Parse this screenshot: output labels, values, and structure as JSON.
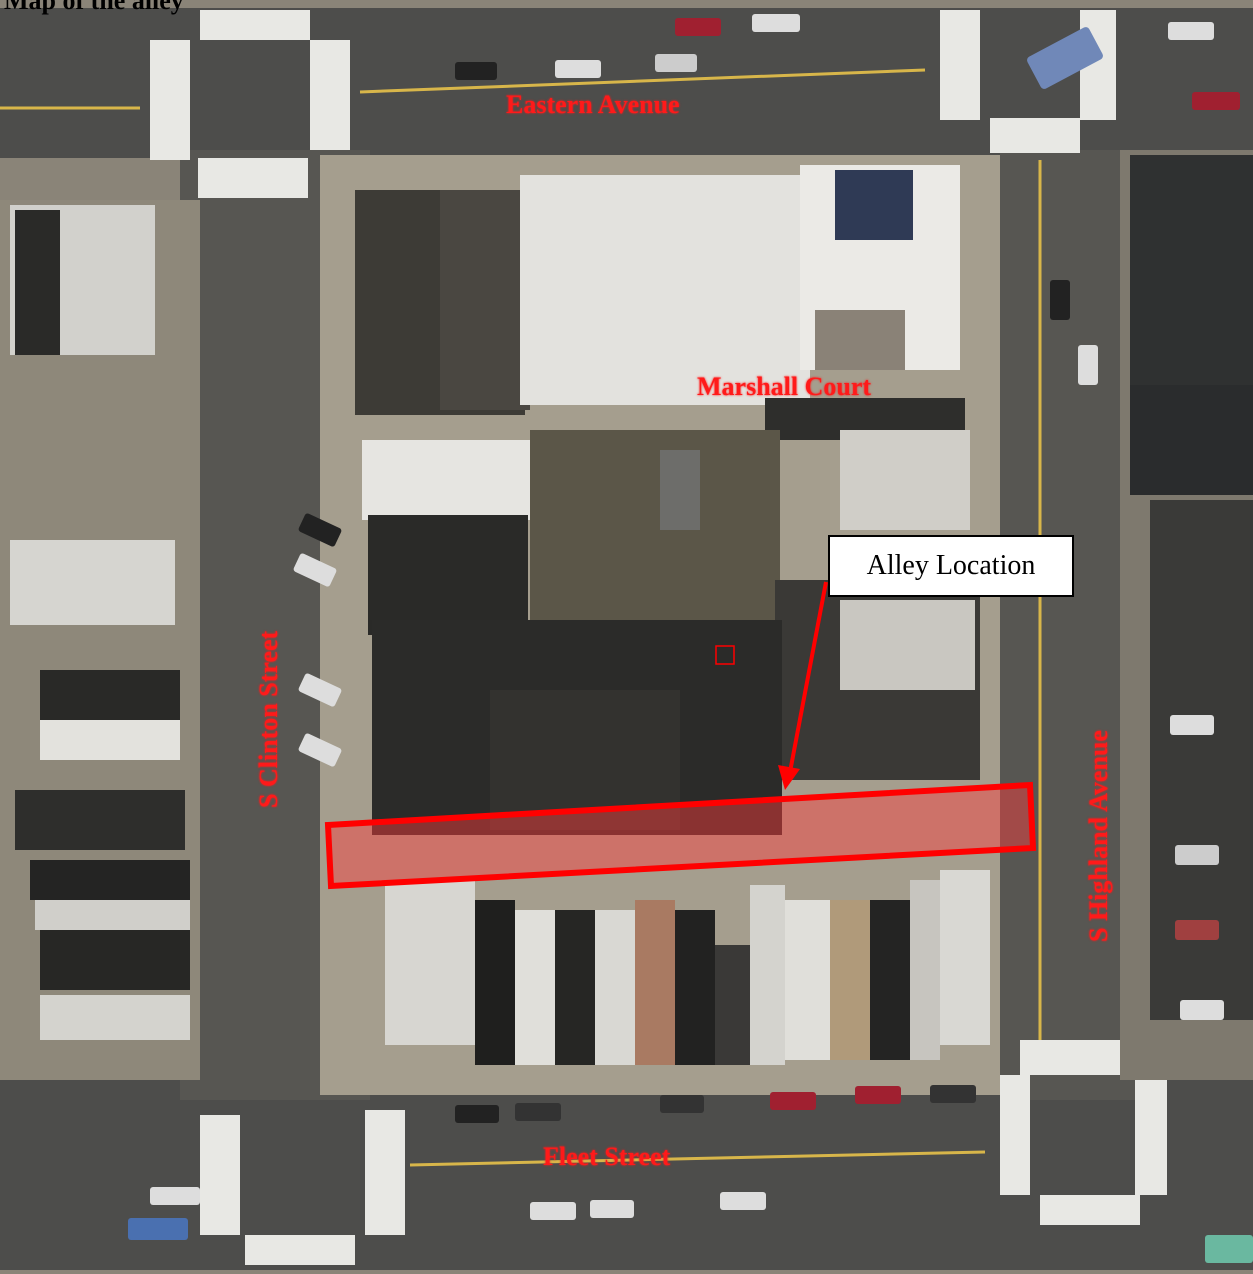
{
  "title": "Map of the alley",
  "streets": {
    "eastern": "Eastern Avenue",
    "marshall": "Marshall Court",
    "clinton": "S Clinton Street",
    "highland": "S Highland Avenue",
    "fleet": "Fleet Street"
  },
  "callout": {
    "label": "Alley Location"
  },
  "colors": {
    "label_red": "#ff1a1a",
    "highlight_red": "#ff0000",
    "road": "#4a4a48",
    "sidewalk": "#b8b0a0"
  }
}
